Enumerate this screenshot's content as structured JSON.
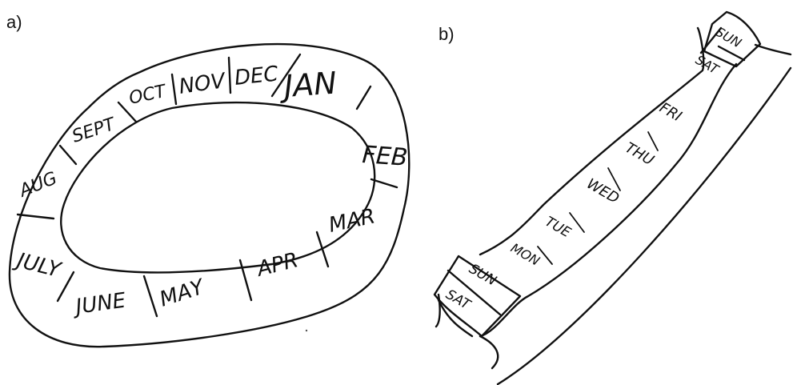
{
  "panels": {
    "a": {
      "label": "a)",
      "months": [
        "OCT",
        "NOV",
        "DEC",
        "JAN",
        "FEB",
        "MAR",
        "APR",
        "MAY",
        "JUNE",
        "JULY",
        "AUG",
        "SEPT"
      ]
    },
    "b": {
      "label": "b)",
      "days": [
        "SAT",
        "SUN",
        "MON",
        "TUE",
        "WED",
        "THU",
        "FRI",
        "SAT",
        "SUN"
      ]
    }
  }
}
